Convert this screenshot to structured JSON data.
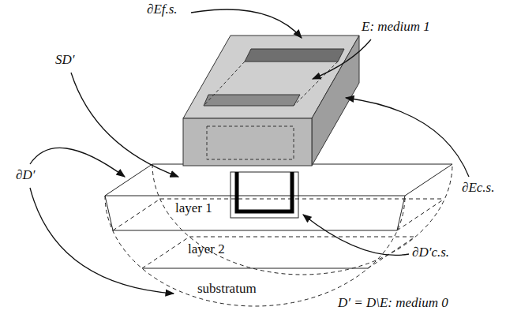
{
  "diagram": {
    "labels": [
      "∂Ef.s.",
      "E: medium 1",
      "SD′",
      "layer 1",
      "layer 2",
      "substratum",
      "∂D′",
      "∂Ec.s.",
      "∂D′c.s.",
      "D′ = D\\E: medium 0"
    ]
  }
}
